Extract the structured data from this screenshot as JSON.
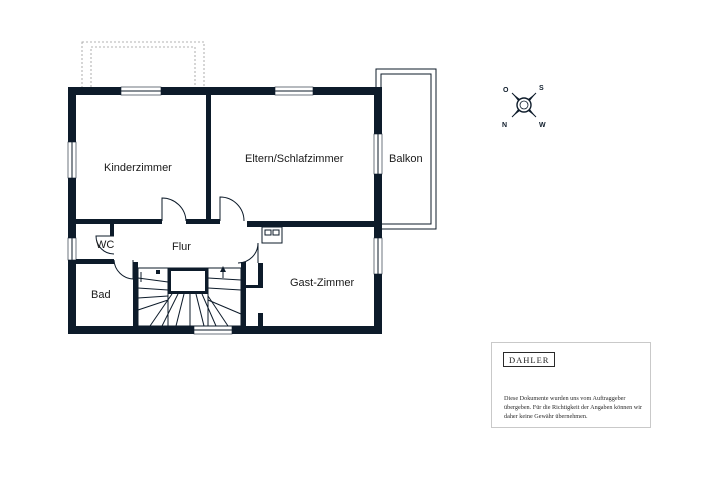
{
  "rooms": {
    "kinderzimmer": "Kinderzimmer",
    "eltern": "Eltern/Schlafzimmer",
    "balkon": "Balkon",
    "wc": "WC",
    "flur": "Flur",
    "bad": "Bad",
    "gast": "Gast-Zimmer"
  },
  "compass": {
    "o": "O",
    "s": "S",
    "n": "N",
    "w": "W"
  },
  "disclaimer": {
    "brand": "DAHLER",
    "text": "Diese Dokumente wurden uns vom Auftraggeber übergeben. Für die Richtigkeit der Angaben können wir daher keine Gewähr übernehmen."
  }
}
